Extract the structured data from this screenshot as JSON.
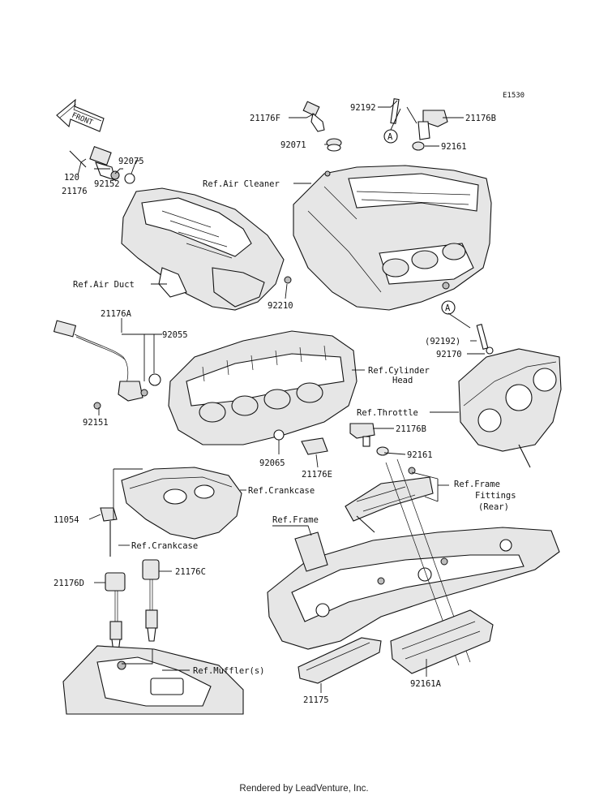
{
  "diagram": {
    "code": "E1530",
    "front_label": "FRONT",
    "footer": "Rendered by LeadVenture, Inc."
  },
  "callouts": {
    "p21176F": "21176F",
    "p92192": "92192",
    "p21176B_top": "21176B",
    "p92071": "92071",
    "pA_top": "A",
    "p92161_top": "92161",
    "p120": "120",
    "p92075": "92075",
    "p21176": "21176",
    "p92152": "92152",
    "ref_air_cleaner": "Ref.Air Cleaner",
    "ref_air_duct": "Ref.Air Duct",
    "p92210": "92210",
    "p21176A": "21176A",
    "pA_mid": "A",
    "p92055": "92055",
    "p92192_paren": "(92192)",
    "ref_cyl_head_1": "Ref.Cylinder",
    "ref_cyl_head_2": "Head",
    "p92170": "92170",
    "p92151": "92151",
    "ref_throttle": "Ref.Throttle",
    "p21176B_mid": "21176B",
    "p92065": "92065",
    "p21176E": "21176E",
    "p92161_mid": "92161",
    "ref_crankcase_1": "Ref.Crankcase",
    "ref_frame_fittings_1": "Ref.Frame",
    "ref_frame_fittings_2": "Fittings",
    "ref_frame_fittings_3": "(Rear)",
    "p11054": "11054",
    "ref_frame": "Ref.Frame",
    "ref_crankcase_2": "Ref.Crankcase",
    "p21176D": "21176D",
    "p21176C": "21176C",
    "ref_muffler": "Ref.Muffler(s)",
    "p92161A": "92161A",
    "p21175": "21175"
  }
}
